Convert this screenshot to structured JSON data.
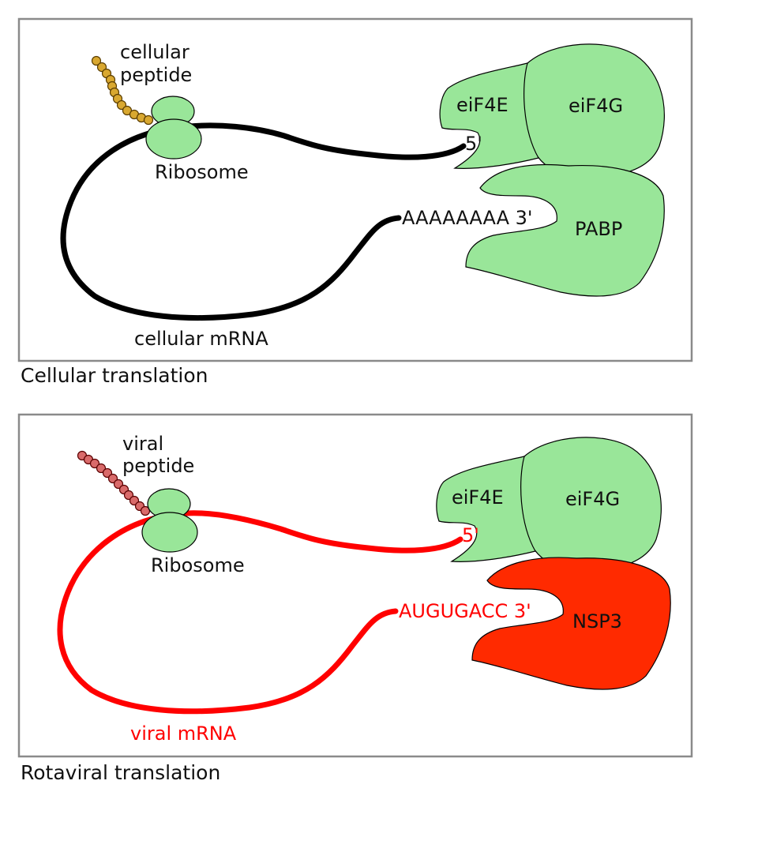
{
  "colors": {
    "protein_green": "#99e699",
    "cellular_peptide_bead": "#d9a830",
    "viral_peptide_bead": "#d96a6a",
    "viral_red": "#ff0000",
    "nsp3_red": "#ff2a00",
    "cellular_mrna": "#000000"
  },
  "panels": [
    {
      "caption": "Cellular translation",
      "peptide_label_line1": "cellular",
      "peptide_label_line2": "peptide",
      "ribosome_label": "Ribosome",
      "eif4e_label": "eiF4E",
      "eif4g_label": "eiF4G",
      "five_prime_label": "5'",
      "three_prime_label": "AAAAAAAA 3'",
      "binding_protein_label": "PABP",
      "mrna_label": "cellular mRNA"
    },
    {
      "caption": "Rotaviral translation",
      "peptide_label_line1": "viral",
      "peptide_label_line2": "peptide",
      "ribosome_label": "Ribosome",
      "eif4e_label": "eiF4E",
      "eif4g_label": "eiF4G",
      "five_prime_label": "5'",
      "three_prime_label": "AUGUGACC 3'",
      "binding_protein_label": "NSP3",
      "mrna_label": "viral mRNA"
    }
  ]
}
